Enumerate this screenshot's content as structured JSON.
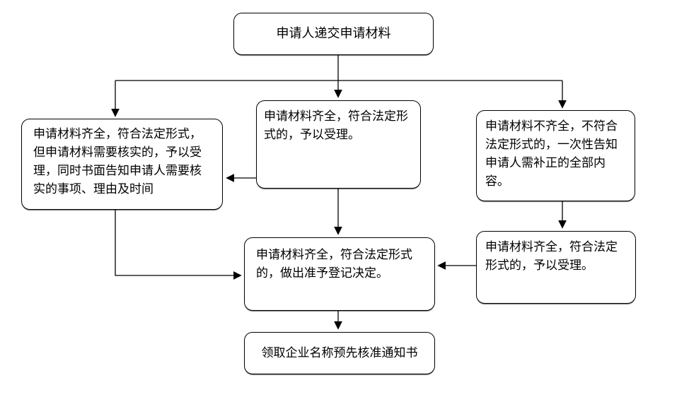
{
  "diagram": {
    "background_color": "#ffffff",
    "line_color": "#000000",
    "node_border_color": "#000000",
    "node_fill_color": "#ffffff",
    "nodes": {
      "start": {
        "label": "申请人递交申请材料"
      },
      "verify": {
        "label": "申请材料齐全，符合法定形式，但申请材料需要核实的，予以受理，同时书面告知申请人需要核实的事项、理由及时间"
      },
      "accept": {
        "label": "申请材料齐全，符合法定形式的，予以受理。"
      },
      "incomplete": {
        "label": "申请材料不齐全，不符合法定形式的，一次性告知申请人需补正的全部内容。"
      },
      "decision": {
        "label": "申请材料齐全，符合法定形式的，做出准予登记决定。"
      },
      "accept2": {
        "label": "申请材料齐全，符合法定形式的，予以受理。"
      },
      "end": {
        "label": "领取企业名称预先核准通知书"
      }
    }
  }
}
